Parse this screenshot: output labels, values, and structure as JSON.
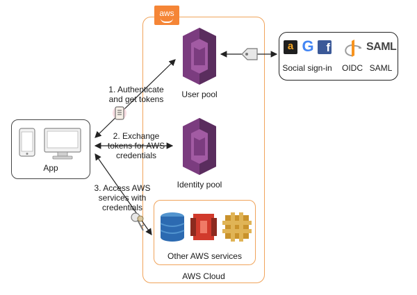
{
  "cloud": {
    "badge": "aws",
    "label": "AWS Cloud"
  },
  "app": {
    "label": "App"
  },
  "user_pool": {
    "label": "User pool"
  },
  "identity_pool": {
    "label": "Identity pool"
  },
  "services": {
    "label": "Other AWS services"
  },
  "steps": {
    "authenticate": [
      "1. Authenticate",
      "and get tokens"
    ],
    "exchange": [
      "2. Exchange",
      "tokens for AWS",
      "credentials"
    ],
    "access": [
      "3. Access AWS",
      "services with",
      "credentials"
    ]
  },
  "identity_providers": {
    "social": "Social sign-in",
    "oidc": "OIDC",
    "saml": "SAML",
    "saml_logo": "SAML",
    "google_logo": "G",
    "facebook_logo": "f",
    "amazon_logo": "a"
  },
  "colors": {
    "cognito_dark": "#5a2d5e",
    "cognito_mid": "#7b3c7f",
    "cognito_light": "#a25ba3",
    "aws_orange": "#f58536",
    "dynamo_blue": "#2c6ab1",
    "red_service": "#d13a2c",
    "gold_service": "#c9922b"
  }
}
